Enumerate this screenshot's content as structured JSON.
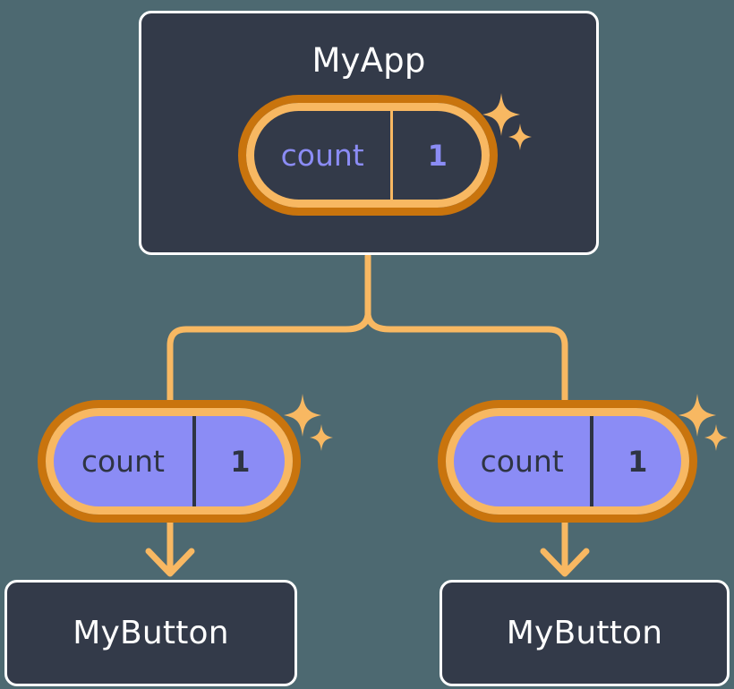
{
  "diagram": {
    "title_text": "MyApp",
    "background_color": "#4d6971",
    "accent_orange": "#f8b862",
    "accent_orange_dark": "#c9740d",
    "accent_purple": "#8b8cf5",
    "box_fill": "#333a49",
    "box_border": "#ffffff"
  },
  "root": {
    "name": "MyApp",
    "state": {
      "key": "count",
      "value": "1",
      "style": "dark",
      "sparkle": "sparkle-icon"
    }
  },
  "branches": [
    {
      "state": {
        "key": "count",
        "value": "1",
        "style": "filled",
        "sparkle": "sparkle-icon"
      },
      "child": {
        "name": "MyButton"
      }
    },
    {
      "state": {
        "key": "count",
        "value": "1",
        "style": "filled",
        "sparkle": "sparkle-icon"
      },
      "child": {
        "name": "MyButton"
      }
    }
  ],
  "connectors": {
    "color": "#f8b862",
    "stroke_width": 7,
    "arrow_head": "chevron-down-arrow"
  }
}
